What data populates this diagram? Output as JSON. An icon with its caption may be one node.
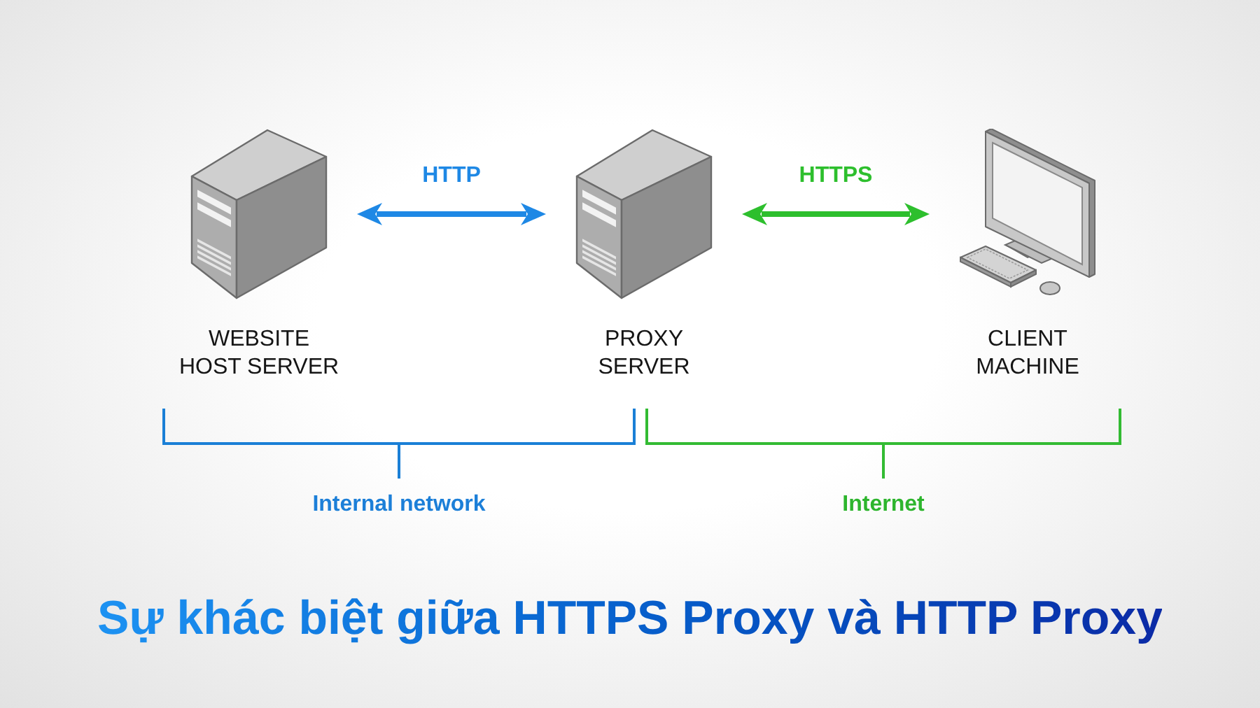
{
  "diagram": {
    "title": "Sự khác biệt giữa HTTPS Proxy và HTTP Proxy",
    "nodes": [
      {
        "text": [
          "WEBSITE HOST SERVER"
        ]
      },
      {
        "text": [
          "PROXY SERVER"
        ]
      },
      {
        "text": [
          "CLIENT MACHINE"
        ]
      }
    ],
    "edges": [
      {
        "from": 0,
        "to": 1,
        "arrow": "both",
        "label": "HTTP",
        "color": "#1e88e5"
      },
      {
        "from": 1,
        "to": 2,
        "arrow": "both",
        "label": "HTTPS",
        "color": "#2dbf2d"
      }
    ],
    "labels": [
      "Internal network",
      "Internet"
    ]
  }
}
